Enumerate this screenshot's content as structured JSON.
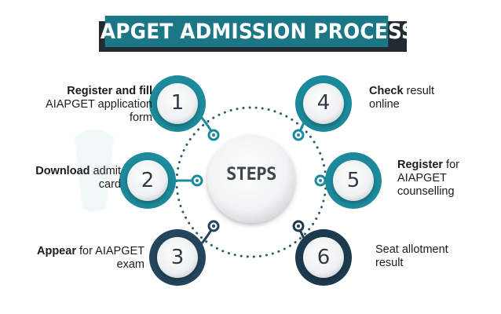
{
  "title": "AIAPGET ADMISSION PROCESS",
  "hub_label": "STEPS",
  "colors": {
    "banner": "#1b7686",
    "banner_shadow": "#222a33",
    "teal": "#1c8a9b",
    "navy": "#24455c",
    "dark_navy": "#1e3a4f",
    "connector": "#2e5a70"
  },
  "steps": [
    {
      "number": "1",
      "bold": "Register and fill",
      "text": "AIAPGET  application\nform"
    },
    {
      "number": "2",
      "bold": "Download",
      "text": " admit\ncard"
    },
    {
      "number": "3",
      "bold": "Appear",
      "text": " for AIAPGET\nexam"
    },
    {
      "number": "4",
      "bold": "Check",
      "text": " result\nonline"
    },
    {
      "number": "5",
      "bold": "Register",
      "text": " for\nAIAPGET\ncounselling"
    },
    {
      "number": "6",
      "bold": "",
      "text": "Seat allotment\nresult"
    }
  ]
}
